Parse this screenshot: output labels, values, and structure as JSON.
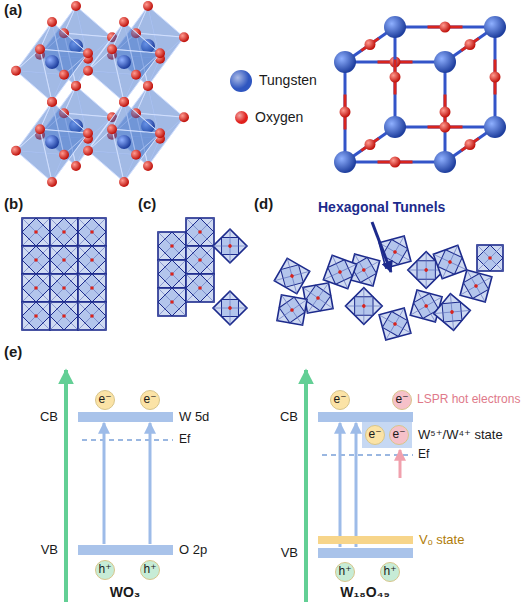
{
  "diagram": {
    "nodes": [
      {
        "text": [
          "CB",
          "W 5d"
        ]
      },
      {
        "text": [
          "e⁻"
        ]
      },
      {
        "text": [
          "e⁻"
        ]
      },
      {
        "text": [
          "VB",
          "O 2p"
        ]
      },
      {
        "text": [
          "h⁺"
        ]
      },
      {
        "text": [
          "h⁺"
        ]
      },
      {
        "text": [
          "CB"
        ]
      },
      {
        "text": [
          "e⁻"
        ]
      },
      {
        "text": [
          "e⁻"
        ]
      },
      {
        "text": [
          "W⁵⁺/W⁴⁺ state"
        ]
      },
      {
        "text": [
          "e⁻"
        ],
        "in": 9
      },
      {
        "text": [
          "e⁻"
        ],
        "in": 9
      },
      {
        "text": [
          "Vₒ state"
        ]
      },
      {
        "text": [
          "VB"
        ]
      },
      {
        "text": [
          "h⁺"
        ]
      },
      {
        "text": [
          "h⁺"
        ]
      }
    ],
    "edges": [
      {
        "from": 3,
        "to": 0,
        "arrow": "to"
      },
      {
        "from": 3,
        "to": 0,
        "arrow": "to"
      },
      {
        "from": 13,
        "to": 6,
        "arrow": "to"
      },
      {
        "from": 13,
        "to": 6,
        "arrow": "to"
      }
    ],
    "labels": [
      "(a)",
      "(b)",
      "(c)",
      "(d)",
      "Hexagonal Tunnels",
      "(e)",
      "Ef",
      "LSPR hot electrons",
      "Ef",
      "WO₃",
      "W₁₈O₄₉"
    ],
    "legend": [
      {
        "text": "Tungsten",
        "color": "#2f56c0"
      },
      {
        "text": "Oxygen",
        "color": "#e0201c"
      }
    ]
  }
}
